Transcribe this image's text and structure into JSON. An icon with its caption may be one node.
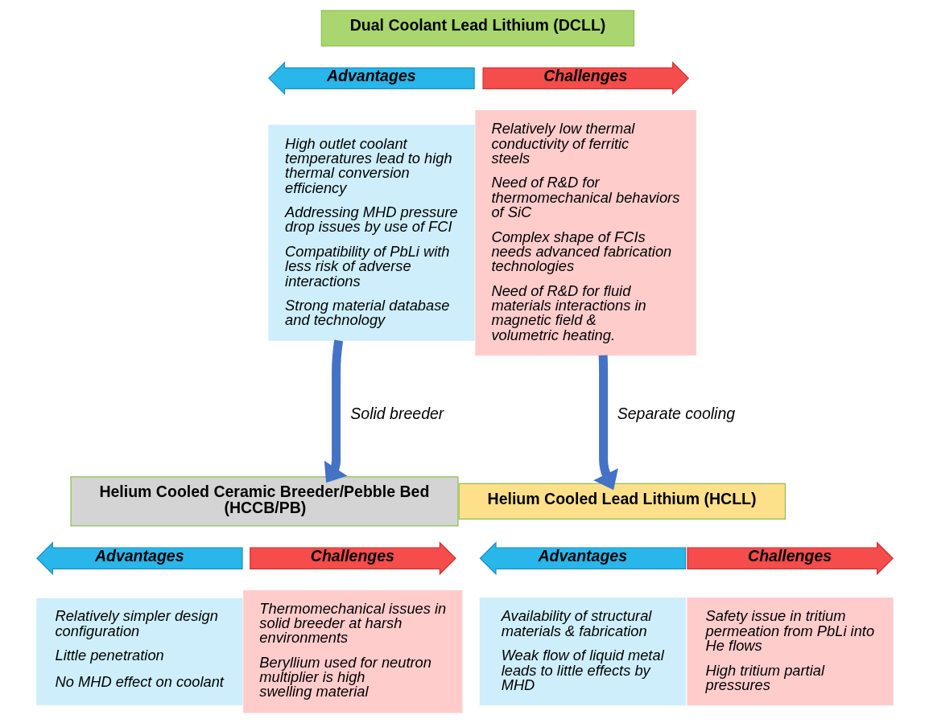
{
  "diagram": {
    "nodes": [
      {
        "text": [
          "Dual Coolant Lead Lithium (DCLL)"
        ]
      },
      {
        "text": [
          "Advantages"
        ]
      },
      {
        "text": [
          "Challenges"
        ]
      },
      {
        "text": [
          "High outlet coolant temperatures lead to high thermal conversion efficiency",
          "Addressing MHD pressure drop issues by use of FCI",
          "Compatibility of PbLi with less risk of adverse interactions",
          "Strong material database and technology"
        ]
      },
      {
        "text": [
          "Relatively low thermal conductivity of ferritic steels",
          "Need of R&D for thermomechanical behaviors of SiC",
          "Complex shape of FCIs needs advanced fabrication technologies",
          "Need of R&D for fluid materials interactions in magnetic field & volumetric heating."
        ]
      },
      {
        "text": [
          "Helium Cooled Ceramic Breeder/Pebble Bed (HCCB/PB)"
        ]
      },
      {
        "text": [
          "Advantages"
        ]
      },
      {
        "text": [
          "Challenges"
        ]
      },
      {
        "text": [
          "Relatively simpler design configuration",
          "Little penetration",
          "No MHD effect on coolant"
        ]
      },
      {
        "text": [
          "Thermomechanical issues in solid breeder at harsh environments",
          "Beryllium used for neutron multiplier is high swelling material"
        ]
      },
      {
        "text": [
          "Helium Cooled Lead Lithium (HCLL)"
        ]
      },
      {
        "text": [
          "Advantages"
        ]
      },
      {
        "text": [
          "Challenges"
        ]
      },
      {
        "text": [
          "Availability of structural materials & fabrication",
          "Weak flow of liquid metal leads to little effects by MHD"
        ]
      },
      {
        "text": [
          "Safety issue in tritium permeation from PbLi into He flows",
          "High tritium partial pressures"
        ]
      }
    ],
    "edges": [
      {
        "from": 3,
        "to": 5,
        "arrow": "to",
        "label": "Solid breeder"
      },
      {
        "from": 4,
        "to": 10,
        "arrow": "to",
        "label": "Separate cooling"
      }
    ]
  }
}
